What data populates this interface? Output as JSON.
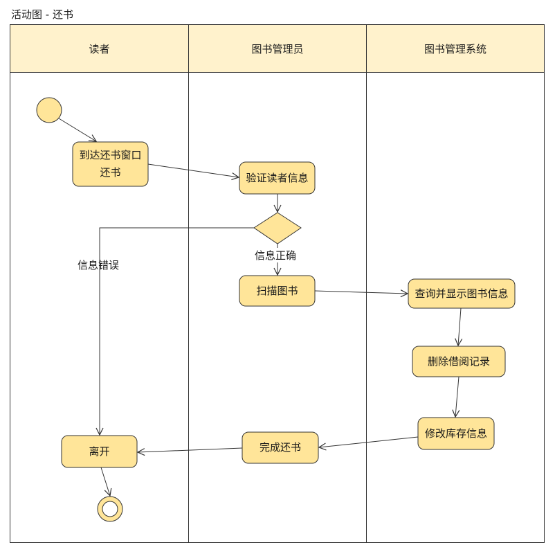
{
  "title": "活动图 - 还书",
  "lanes": [
    {
      "label": "读者"
    },
    {
      "label": "图书管理员"
    },
    {
      "label": "图书管理系统"
    }
  ],
  "activities": {
    "arrive": "到达还书窗口\n还书",
    "verify": "验证读者信息",
    "scan": "扫描图书",
    "query": "查询并显示图书信息",
    "delete_record": "删除借阅记录",
    "update_stock": "修改库存信息",
    "complete": "完成还书",
    "leave": "离开"
  },
  "guards": {
    "correct": "信息正确",
    "error": "信息错误"
  },
  "colors": {
    "fill": "#fff2cc",
    "header_fill": "#fff2cc",
    "node_fill": "#ffe599",
    "stroke": "#333333"
  }
}
